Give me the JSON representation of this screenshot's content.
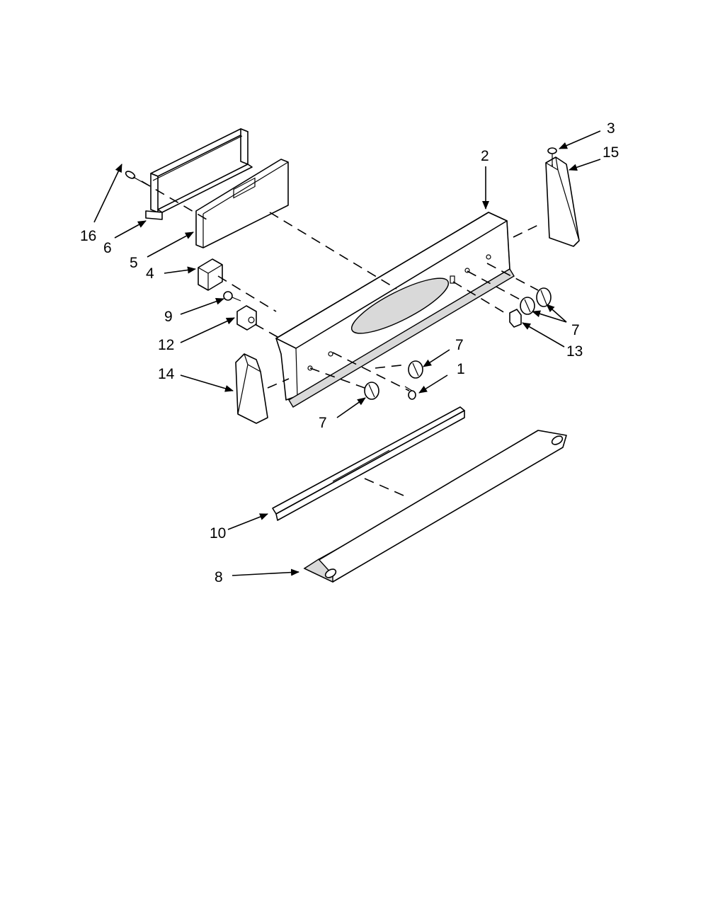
{
  "colors": {
    "ink": "#000000",
    "paper": "#ffffff",
    "shade": "#d9d9d9"
  },
  "callouts": [
    {
      "id": "c16",
      "label": "16"
    },
    {
      "id": "c6",
      "label": "6"
    },
    {
      "id": "c5",
      "label": "5"
    },
    {
      "id": "c4",
      "label": "4"
    },
    {
      "id": "c9",
      "label": "9"
    },
    {
      "id": "c12",
      "label": "12"
    },
    {
      "id": "c14",
      "label": "14"
    },
    {
      "id": "c2",
      "label": "2"
    },
    {
      "id": "c3",
      "label": "3"
    },
    {
      "id": "c15",
      "label": "15"
    },
    {
      "id": "c7a",
      "label": "7"
    },
    {
      "id": "c13",
      "label": "13"
    },
    {
      "id": "c7b",
      "label": "7"
    },
    {
      "id": "c1",
      "label": "1"
    },
    {
      "id": "c7c",
      "label": "7"
    },
    {
      "id": "c10",
      "label": "10"
    },
    {
      "id": "c8",
      "label": "8"
    }
  ]
}
